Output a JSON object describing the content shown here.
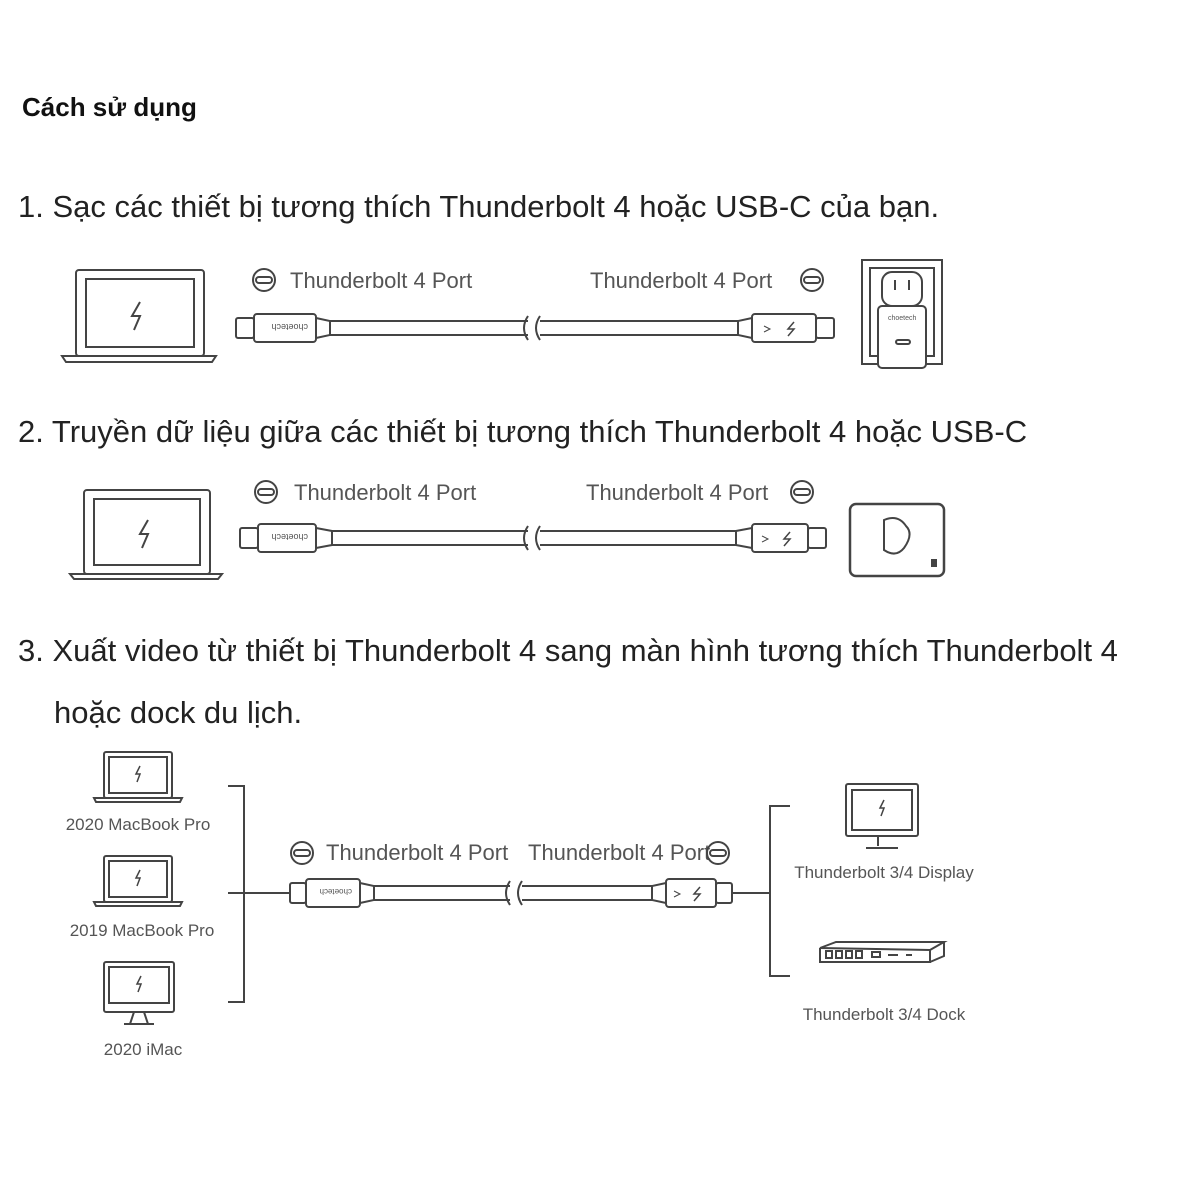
{
  "heading": "Cách sử dụng",
  "steps": [
    {
      "number": "1.",
      "text": "Sạc các thiết bị tương thích Thunderbolt 4 hoặc USB-C của bạn."
    },
    {
      "number": "2.",
      "text": "Truyền dữ liệu giữa các thiết bị tương thích Thunderbolt 4 hoặc USB-C"
    },
    {
      "number": "3.",
      "text_line1": "Xuất video từ thiết bị Thunderbolt 4 sang màn hình tương thích Thunderbolt 4",
      "text_line2": "hoặc dock du lịch."
    }
  ],
  "port_label": "Thunderbolt 4 Port",
  "plug_brand": "choetech",
  "charger_brand": "choetech",
  "sources": [
    {
      "label": "2020 MacBook Pro",
      "icon": "laptop-icon"
    },
    {
      "label": "2019 MacBook Pro",
      "icon": "laptop-icon"
    },
    {
      "label": "2020 iMac",
      "icon": "imac-icon"
    }
  ],
  "targets": [
    {
      "label": "Thunderbolt 3/4 Display",
      "icon": "monitor-icon"
    },
    {
      "label": "Thunderbolt 3/4 Dock",
      "icon": "dock-icon"
    }
  ],
  "colors": {
    "line": "#444444",
    "text": "#222222",
    "label": "#555555"
  }
}
